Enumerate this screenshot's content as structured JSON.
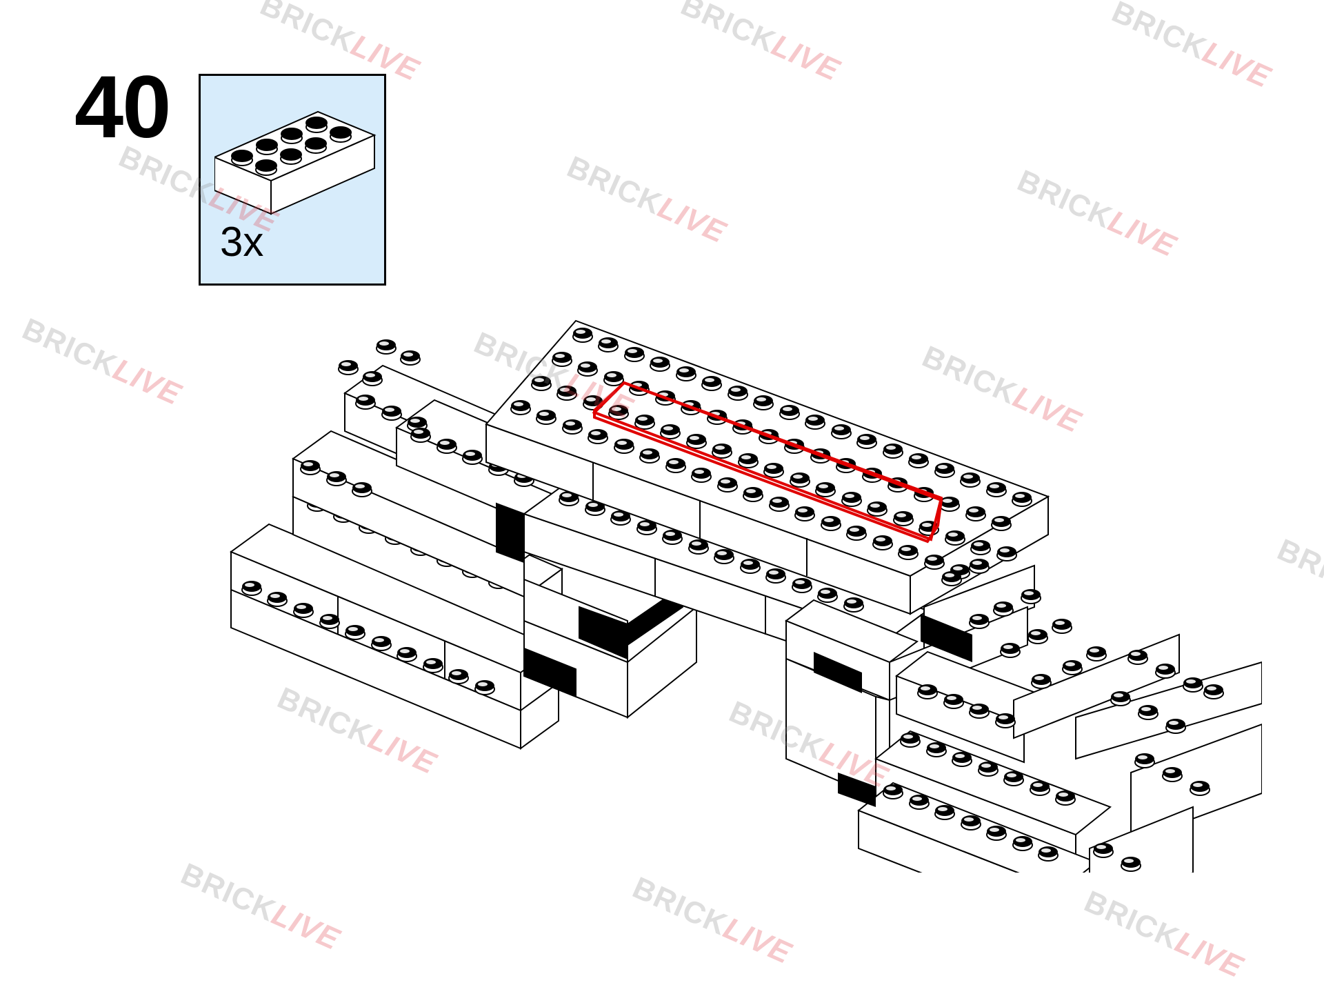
{
  "step": {
    "number": "40"
  },
  "parts": [
    {
      "quantity": "3x",
      "icon": "brick-2x4-icon",
      "color": "#ffffff"
    }
  ],
  "highlight_color": "#e00000",
  "panel_color": "#d7ecfb",
  "watermark": {
    "brand_part1": "BRICK",
    "brand_part2": "LIVE"
  }
}
